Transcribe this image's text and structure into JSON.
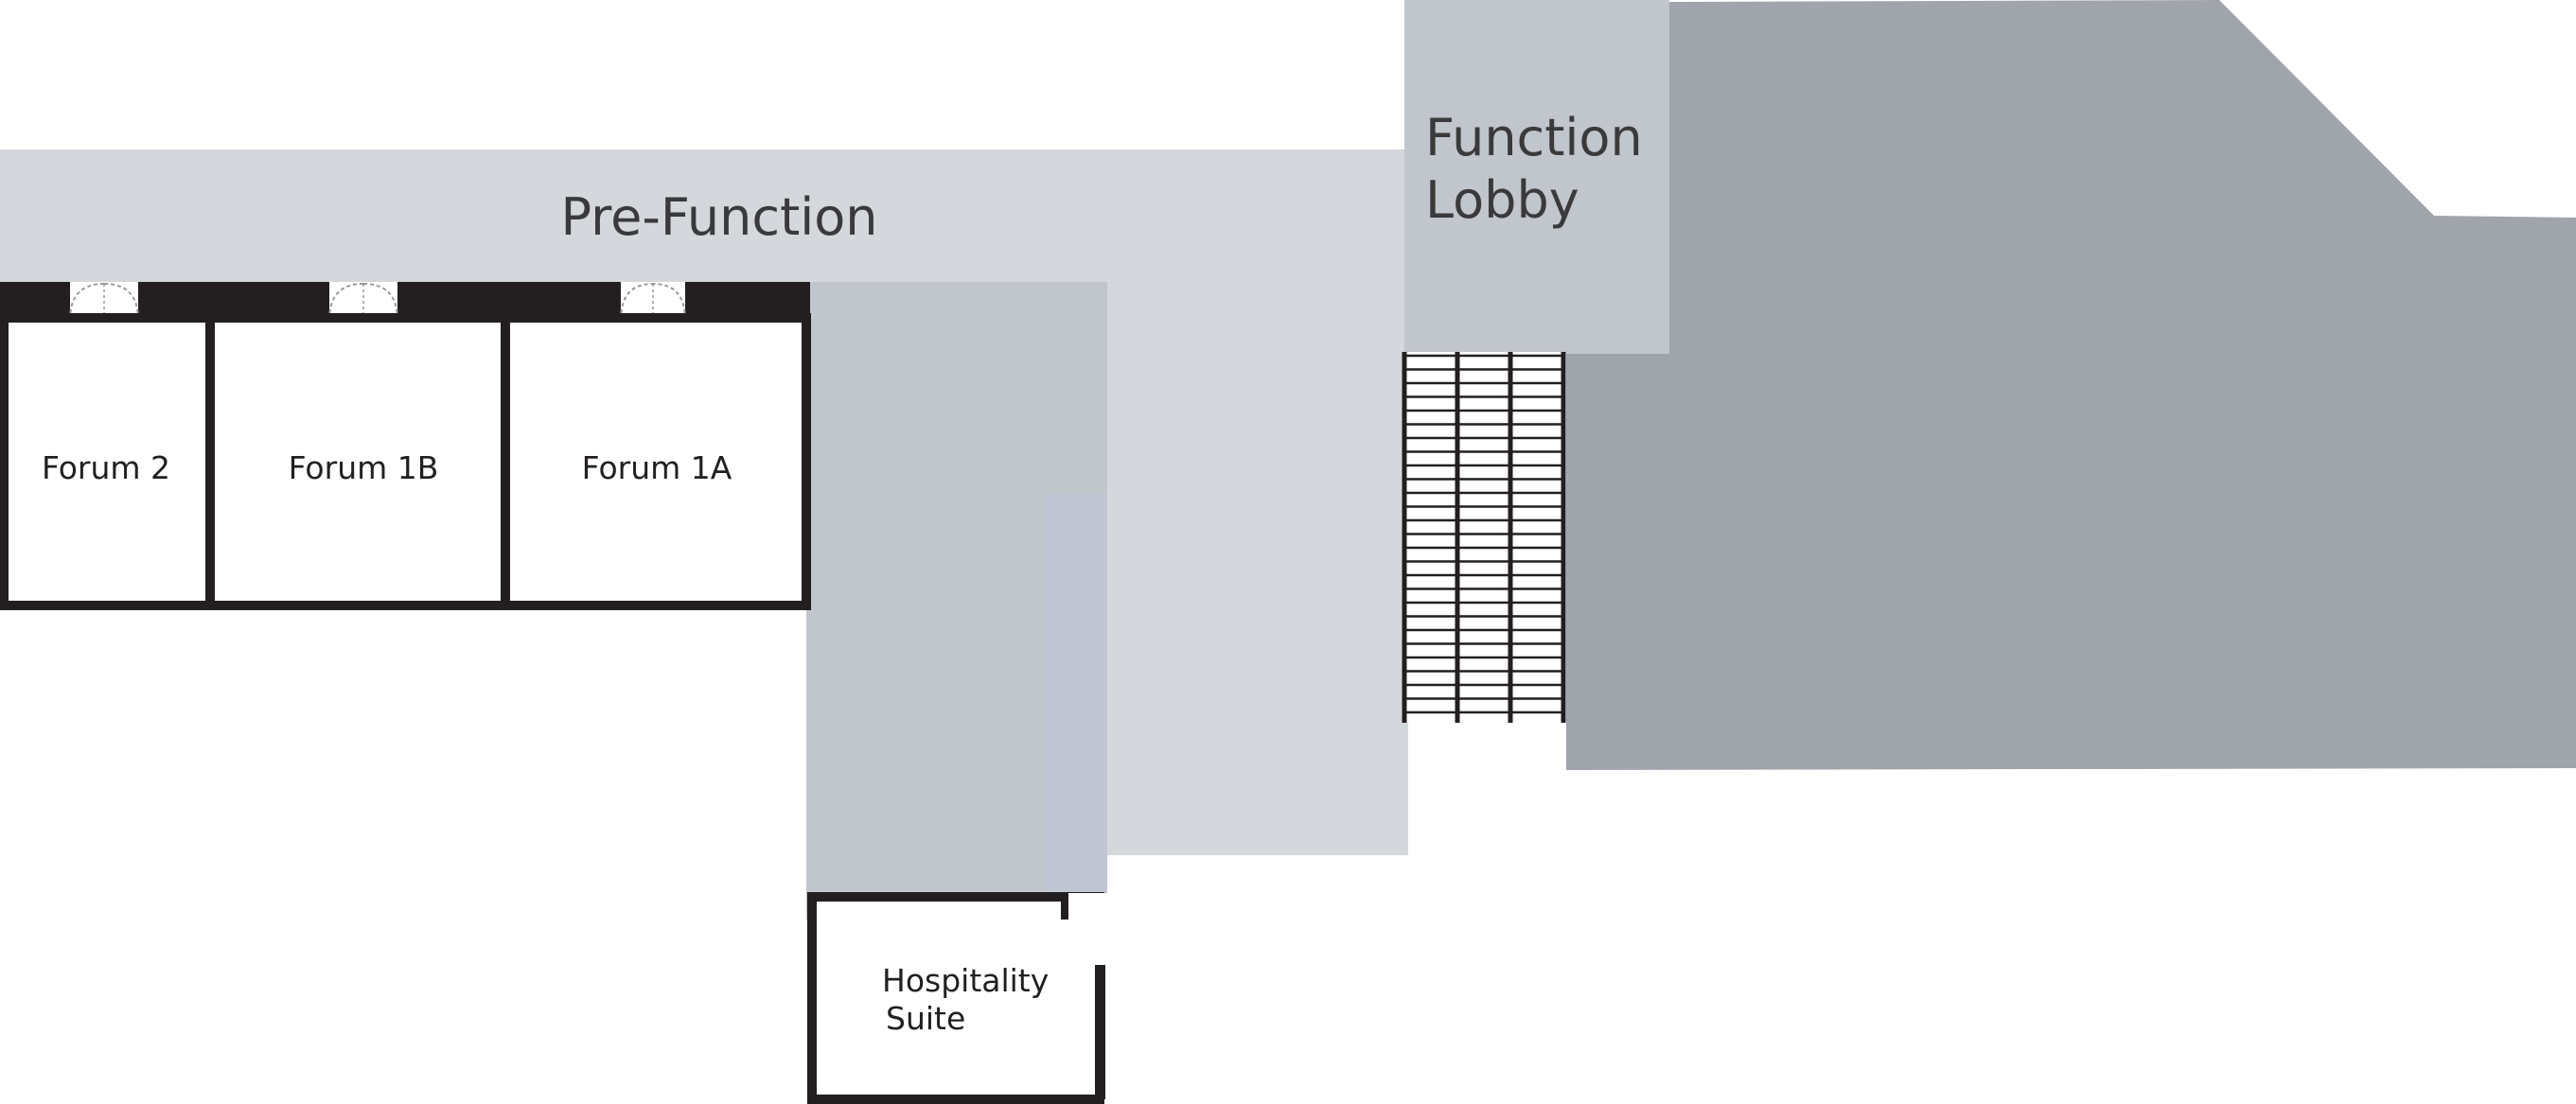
{
  "floor_plan": {
    "areas": {
      "pre_function": {
        "label": "Pre-Function",
        "color": "#d4d7dc"
      },
      "function_lobby": {
        "label_line1": "Function",
        "label_line2": "Lobby",
        "color": "#c1c5cc"
      },
      "hall_block": {
        "color": "#a0a4ab"
      },
      "corridor": {
        "color": "#c1c5cc"
      }
    },
    "rooms": {
      "forum_2": {
        "label": "Forum 2"
      },
      "forum_1b": {
        "label": "Forum 1B"
      },
      "forum_1a": {
        "label": "Forum 1A"
      },
      "hospitality_suite": {
        "label_line1": "Hospitality",
        "label_line2": "Suite"
      }
    },
    "colors": {
      "wall": "#231f20",
      "room_fill": "#ffffff",
      "door_line": "#9a9a9a"
    },
    "stairs": {
      "columns": 3
    }
  }
}
